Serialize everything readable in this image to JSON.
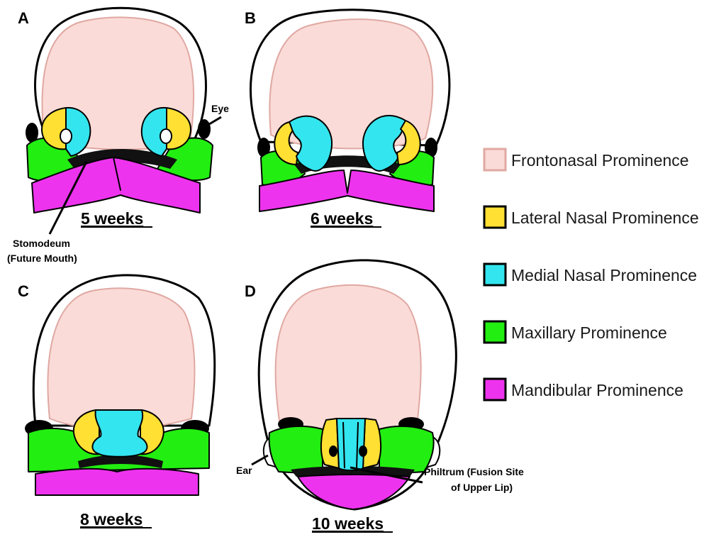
{
  "panels": {
    "a": {
      "letter": "A",
      "age": "5 weeks"
    },
    "b": {
      "letter": "B",
      "age": "6 weeks"
    },
    "c": {
      "letter": "C",
      "age": "8 weeks"
    },
    "d": {
      "letter": "D",
      "age": "10 weeks"
    }
  },
  "annotations": {
    "eye": "Eye",
    "stomodeum_line1": "Stomodeum",
    "stomodeum_line2": "(Future Mouth)",
    "ear": "Ear",
    "philtrum_line1": "Philtrum (Fusion Site",
    "philtrum_line2": "of Upper Lip)"
  },
  "legend": [
    {
      "label": "Frontonasal Prominence",
      "color": "#fadbd8",
      "border": "#e0a8a2"
    },
    {
      "label": "Lateral Nasal Prominence",
      "color": "#ffe033",
      "border": "#000000"
    },
    {
      "label": "Medial Nasal Prominence",
      "color": "#33e5ee",
      "border": "#000000"
    },
    {
      "label": "Maxillary Prominence",
      "color": "#22ee11",
      "border": "#000000"
    },
    {
      "label": "Mandibular Prominence",
      "color": "#ee33ee",
      "border": "#000000"
    }
  ]
}
